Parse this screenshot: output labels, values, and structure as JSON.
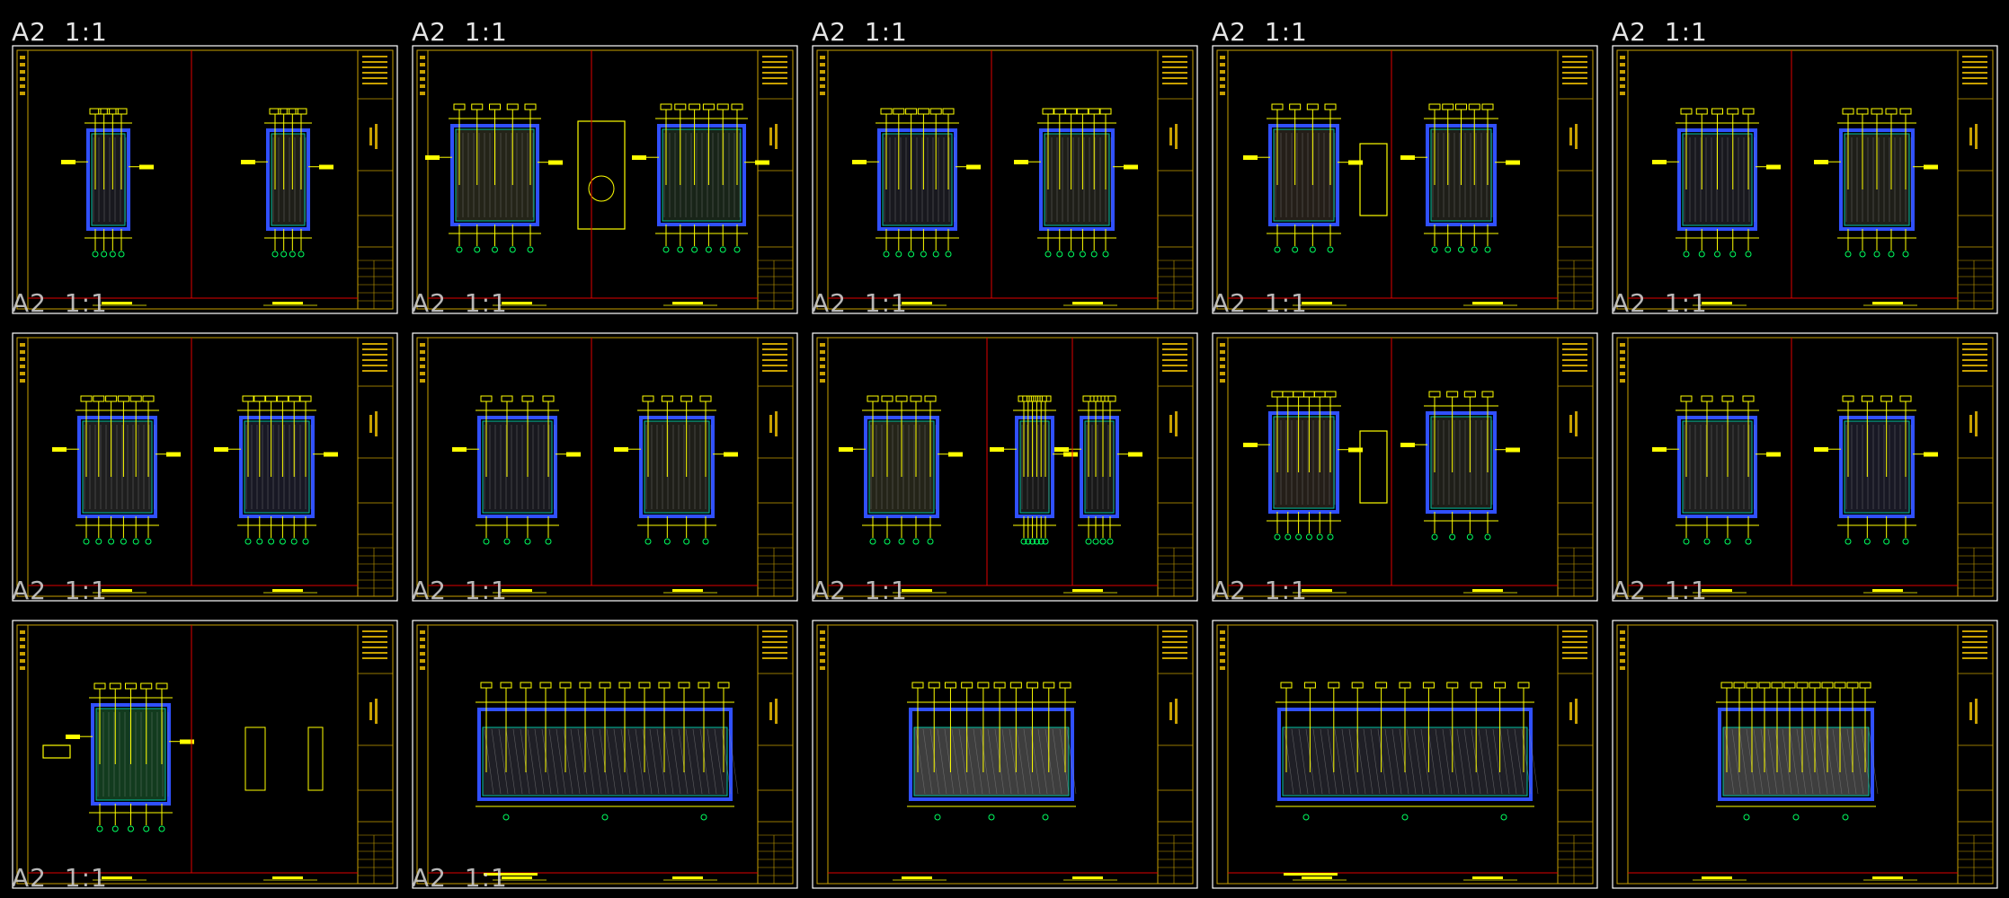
{
  "window": {
    "background": "#000000"
  },
  "sheets": [
    {
      "label_top": "A2  1:1",
      "label_bottom": "A2  1:1",
      "variant": 0
    },
    {
      "label_top": "A2  1:1",
      "label_bottom": "A2  1:1",
      "variant": 1
    },
    {
      "label_top": "A2  1:1",
      "label_bottom": "A2  1:1",
      "variant": 2
    },
    {
      "label_top": "A2  1:1",
      "label_bottom": "A2  1:1",
      "variant": 3
    },
    {
      "label_top": "A2  1:1",
      "label_bottom": "A2  1:1",
      "variant": 4
    },
    {
      "label_top": "",
      "label_bottom": "A2  1:1",
      "variant": 5
    },
    {
      "label_top": "",
      "label_bottom": "A2  1:1",
      "variant": 6
    },
    {
      "label_top": "",
      "label_bottom": "A2  1:1",
      "variant": 7
    },
    {
      "label_top": "",
      "label_bottom": "A2  1:1",
      "variant": 8
    },
    {
      "label_top": "",
      "label_bottom": "A2  1:1",
      "variant": 9
    },
    {
      "label_top": "",
      "label_bottom": "A2  1:1",
      "variant": 10
    },
    {
      "label_top": "",
      "label_bottom": "A2  1:1",
      "variant": 11
    },
    {
      "label_top": "",
      "label_bottom": "",
      "variant": 12
    },
    {
      "label_top": "",
      "label_bottom": "",
      "variant": 13
    },
    {
      "label_top": "",
      "label_bottom": "",
      "variant": 14
    }
  ],
  "colors": {
    "frame": "#ffffff",
    "border": "#c8a000",
    "divider": "#e00000",
    "wall": "#3050ff",
    "dim": "#ffff00",
    "fill": "#a0a0a0",
    "accent": "#00c0a0",
    "green": "#00ff60"
  }
}
